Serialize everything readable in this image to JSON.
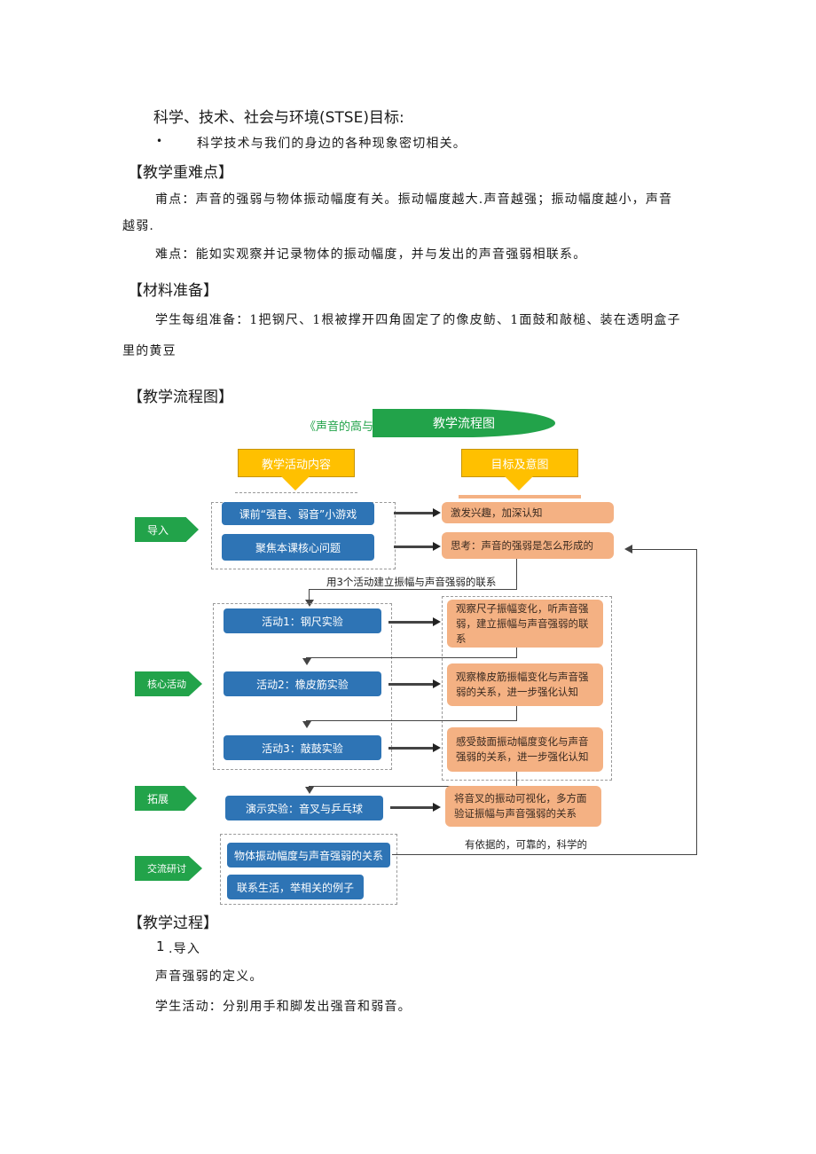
{
  "stse": {
    "title": "科学、技术、社会与环境(STSE)目标:",
    "bullet": "•",
    "item": "科学技术与我们的身边的各种现象密切相关。"
  },
  "difficulty": {
    "heading": "【教学重难点】",
    "key_line1": "甫点：声音的强弱与物体振动幅度有关。振动幅度越大.声音越强；振动幅度越小，声音",
    "key_line2": "越弱.",
    "hard": "难点：能如实观察并记录物体的振动幅度，并与发出的声音强弱相联系。"
  },
  "materials": {
    "heading": "【材料准备】",
    "line1": "学生每组准备：1把钢尺、1根被撑开四角固定了的像皮鲂、1面鼓和敲槌、装在透明盒子",
    "line2": "里的黄豆"
  },
  "flow": {
    "heading": "【教学流程图】",
    "title_left": "《声音的高与低》",
    "title_right": "教学流程图",
    "col_left": "教学活动内容",
    "col_right": "目标及意图",
    "stages": {
      "intro": "导入",
      "core": "核心活动",
      "extend": "拓展",
      "discuss": "交流研讨"
    },
    "intro_items": [
      "课前“强音、弱音”小游戏",
      "聚焦本课核心问题"
    ],
    "intro_goals": [
      "激发兴趣，加深认知",
      "思考：声音的强弱是怎么形成的"
    ],
    "bridge": "用3个活动建立振幅与声音强弱的联系",
    "activities": [
      "活动1：钢尺实验",
      "活动2：橡皮筋实验",
      "活动3：敲鼓实验"
    ],
    "activity_goals": [
      "观察尺子振幅变化，听声音强弱，建立振幅与声音强弱的联系",
      "观察橡皮筋振幅变化与声音强弱的关系，进一步强化认知",
      "感受鼓面振动幅度变化与声音强弱的关系，进一步强化认知"
    ],
    "extend_item": "演示实验：音叉与乒乓球",
    "extend_goal": "将音叉的振动可视化，多方面验证振幅与声音强弱的关系",
    "discuss_items": [
      "物体振动幅度与声音强弱的关系",
      "联系生活，举相关的例子"
    ],
    "conclusion": "有依据的，可靠的，科学的"
  },
  "process": {
    "heading": "【教学过程】",
    "step1_num": "1",
    "step1_label": ".导入",
    "line_a": "声音强弱的定义。",
    "line_b": "学生活动：分别用手和脚发出强音和弱音。"
  },
  "colors": {
    "blue": "#2e74b5",
    "orange": "#f4b183",
    "green": "#22a34a",
    "yellow": "#ffc000"
  }
}
